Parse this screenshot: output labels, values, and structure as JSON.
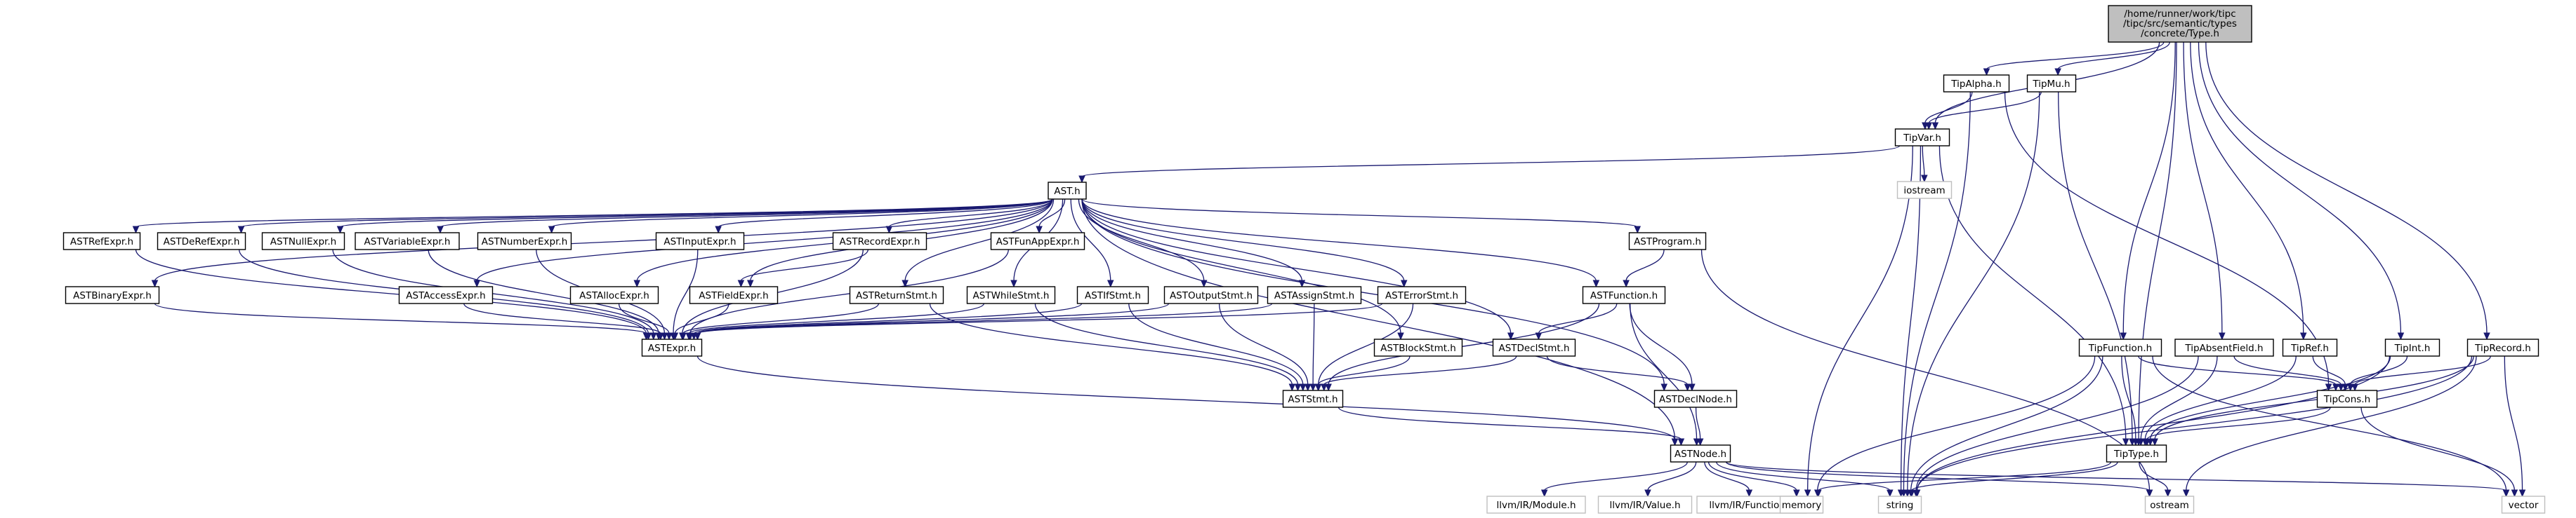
{
  "colors": {
    "edge": "#191970",
    "root_fill": "#bfbfbf",
    "node_fill": "#ffffff",
    "system_border": "#bfbfbf"
  },
  "root": {
    "lines": [
      "/home/runner/work/tipc",
      "/tipc/src/semantic/types",
      "/concrete/Type.h"
    ]
  },
  "nodes": [
    {
      "id": "tipalpha",
      "label": "TipAlpha.h"
    },
    {
      "id": "tipmu",
      "label": "TipMu.h"
    },
    {
      "id": "tipvar",
      "label": "TipVar.h"
    },
    {
      "id": "iostream",
      "label": "iostream",
      "system": true
    },
    {
      "id": "ast",
      "label": "AST.h"
    },
    {
      "id": "astrefexpr",
      "label": "ASTRefExpr.h"
    },
    {
      "id": "astderefexpr",
      "label": "ASTDeRefExpr.h"
    },
    {
      "id": "astnullexpr",
      "label": "ASTNullExpr.h"
    },
    {
      "id": "astvariableexpr",
      "label": "ASTVariableExpr.h"
    },
    {
      "id": "astnumberexpr",
      "label": "ASTNumberExpr.h"
    },
    {
      "id": "astinputexpr",
      "label": "ASTInputExpr.h"
    },
    {
      "id": "astrecordexpr",
      "label": "ASTRecordExpr.h"
    },
    {
      "id": "astfunappexpr",
      "label": "ASTFunAppExpr.h"
    },
    {
      "id": "astprogram",
      "label": "ASTProgram.h"
    },
    {
      "id": "astbinaryexpr",
      "label": "ASTBinaryExpr.h"
    },
    {
      "id": "astaccessexpr",
      "label": "ASTAccessExpr.h"
    },
    {
      "id": "astallocexpr",
      "label": "ASTAllocExpr.h"
    },
    {
      "id": "astfieldexpr",
      "label": "ASTFieldExpr.h"
    },
    {
      "id": "astreturnstmt",
      "label": "ASTReturnStmt.h"
    },
    {
      "id": "astwhilestmt",
      "label": "ASTWhileStmt.h"
    },
    {
      "id": "astifstmt",
      "label": "ASTIfStmt.h"
    },
    {
      "id": "astoutputstmt",
      "label": "ASTOutputStmt.h"
    },
    {
      "id": "astassignstmt",
      "label": "ASTAssignStmt.h"
    },
    {
      "id": "asterrorstmt",
      "label": "ASTErrorStmt.h"
    },
    {
      "id": "astfunction",
      "label": "ASTFunction.h"
    },
    {
      "id": "astexpr",
      "label": "ASTExpr.h"
    },
    {
      "id": "astblockstmt",
      "label": "ASTBlockStmt.h"
    },
    {
      "id": "astdeclstmt",
      "label": "ASTDeclStmt.h"
    },
    {
      "id": "astdeclnode",
      "label": "ASTDeclNode.h"
    },
    {
      "id": "aststmt",
      "label": "ASTStmt.h"
    },
    {
      "id": "astnode",
      "label": "ASTNode.h"
    },
    {
      "id": "llvmmodule",
      "label": "llvm/IR/Module.h",
      "system": true
    },
    {
      "id": "llvmvalue",
      "label": "llvm/IR/Value.h",
      "system": true
    },
    {
      "id": "llvmfunction",
      "label": "llvm/IR/Function.h",
      "system": true
    },
    {
      "id": "memory",
      "label": "memory",
      "system": true
    },
    {
      "id": "string",
      "label": "string",
      "system": true
    },
    {
      "id": "ostream",
      "label": "ostream",
      "system": true
    },
    {
      "id": "vector",
      "label": "vector",
      "system": true
    },
    {
      "id": "tipfunction",
      "label": "TipFunction.h"
    },
    {
      "id": "tipabsentfield",
      "label": "TipAbsentField.h"
    },
    {
      "id": "tipref",
      "label": "TipRef.h"
    },
    {
      "id": "tipint",
      "label": "TipInt.h"
    },
    {
      "id": "tiprecord",
      "label": "TipRecord.h"
    },
    {
      "id": "tipcons",
      "label": "TipCons.h"
    },
    {
      "id": "tiptype",
      "label": "TipType.h"
    }
  ],
  "edges": [
    [
      "root",
      "tipalpha"
    ],
    [
      "root",
      "tipmu"
    ],
    [
      "root",
      "tipvar"
    ],
    [
      "root",
      "tiptype"
    ],
    [
      "root",
      "tipfunction"
    ],
    [
      "root",
      "tipabsentfield"
    ],
    [
      "root",
      "tipref"
    ],
    [
      "root",
      "tipint"
    ],
    [
      "root",
      "tiprecord"
    ],
    [
      "tipalpha",
      "tipvar"
    ],
    [
      "tipalpha",
      "string"
    ],
    [
      "tipalpha",
      "tipcons"
    ],
    [
      "tipmu",
      "tipvar"
    ],
    [
      "tipmu",
      "tiptype"
    ],
    [
      "tipmu",
      "string"
    ],
    [
      "tipvar",
      "ast"
    ],
    [
      "tipvar",
      "iostream"
    ],
    [
      "tipvar",
      "string"
    ],
    [
      "tipvar",
      "tiptype"
    ],
    [
      "tipvar",
      "memory"
    ],
    [
      "ast",
      "astrefexpr"
    ],
    [
      "ast",
      "astderefexpr"
    ],
    [
      "ast",
      "astnullexpr"
    ],
    [
      "ast",
      "astvariableexpr"
    ],
    [
      "ast",
      "astnumberexpr"
    ],
    [
      "ast",
      "astinputexpr"
    ],
    [
      "ast",
      "astrecordexpr"
    ],
    [
      "ast",
      "astfunappexpr"
    ],
    [
      "ast",
      "astprogram"
    ],
    [
      "ast",
      "astbinaryexpr"
    ],
    [
      "ast",
      "astaccessexpr"
    ],
    [
      "ast",
      "astallocexpr"
    ],
    [
      "ast",
      "astfieldexpr"
    ],
    [
      "ast",
      "astreturnstmt"
    ],
    [
      "ast",
      "astwhilestmt"
    ],
    [
      "ast",
      "astifstmt"
    ],
    [
      "ast",
      "astoutputstmt"
    ],
    [
      "ast",
      "astassignstmt"
    ],
    [
      "ast",
      "asterrorstmt"
    ],
    [
      "ast",
      "astfunction"
    ],
    [
      "ast",
      "astblockstmt"
    ],
    [
      "ast",
      "astdeclstmt"
    ],
    [
      "ast",
      "astdeclnode"
    ],
    [
      "ast",
      "astnode"
    ],
    [
      "astrefexpr",
      "astexpr"
    ],
    [
      "astderefexpr",
      "astexpr"
    ],
    [
      "astnullexpr",
      "astexpr"
    ],
    [
      "astvariableexpr",
      "astexpr"
    ],
    [
      "astnumberexpr",
      "astexpr"
    ],
    [
      "astinputexpr",
      "astexpr"
    ],
    [
      "astrecordexpr",
      "astexpr"
    ],
    [
      "astrecordexpr",
      "astfieldexpr"
    ],
    [
      "astfunappexpr",
      "astexpr"
    ],
    [
      "astbinaryexpr",
      "astexpr"
    ],
    [
      "astaccessexpr",
      "astexpr"
    ],
    [
      "astallocexpr",
      "astexpr"
    ],
    [
      "astfieldexpr",
      "astexpr"
    ],
    [
      "astreturnstmt",
      "astexpr"
    ],
    [
      "astreturnstmt",
      "aststmt"
    ],
    [
      "astwhilestmt",
      "astexpr"
    ],
    [
      "astwhilestmt",
      "aststmt"
    ],
    [
      "astifstmt",
      "astexpr"
    ],
    [
      "astifstmt",
      "aststmt"
    ],
    [
      "astoutputstmt",
      "astexpr"
    ],
    [
      "astoutputstmt",
      "aststmt"
    ],
    [
      "astassignstmt",
      "astexpr"
    ],
    [
      "astassignstmt",
      "aststmt"
    ],
    [
      "asterrorstmt",
      "astexpr"
    ],
    [
      "asterrorstmt",
      "aststmt"
    ],
    [
      "astprogram",
      "astfunction"
    ],
    [
      "astprogram",
      "ostream"
    ],
    [
      "astfunction",
      "astdeclstmt"
    ],
    [
      "astfunction",
      "astdeclnode"
    ],
    [
      "astfunction",
      "aststmt"
    ],
    [
      "astfunction",
      "astnode"
    ],
    [
      "astblockstmt",
      "aststmt"
    ],
    [
      "astdeclstmt",
      "aststmt"
    ],
    [
      "astdeclstmt",
      "astdeclnode"
    ],
    [
      "astexpr",
      "astnode"
    ],
    [
      "aststmt",
      "astnode"
    ],
    [
      "astdeclnode",
      "astnode"
    ],
    [
      "astnode",
      "llvmmodule"
    ],
    [
      "astnode",
      "llvmvalue"
    ],
    [
      "astnode",
      "llvmfunction"
    ],
    [
      "astnode",
      "memory"
    ],
    [
      "astnode",
      "string"
    ],
    [
      "astnode",
      "ostream"
    ],
    [
      "astnode",
      "vector"
    ],
    [
      "tipfunction",
      "tipcons"
    ],
    [
      "tipfunction",
      "tiptype"
    ],
    [
      "tipfunction",
      "vector"
    ],
    [
      "tipfunction",
      "string"
    ],
    [
      "tipfunction",
      "memory"
    ],
    [
      "tipabsentfield",
      "tipcons"
    ],
    [
      "tipabsentfield",
      "tiptype"
    ],
    [
      "tipabsentfield",
      "string"
    ],
    [
      "tipref",
      "tipcons"
    ],
    [
      "tipref",
      "tiptype"
    ],
    [
      "tipint",
      "tipcons"
    ],
    [
      "tipint",
      "tiptype"
    ],
    [
      "tipint",
      "string"
    ],
    [
      "tiprecord",
      "tipcons"
    ],
    [
      "tiprecord",
      "tiptype"
    ],
    [
      "tiprecord",
      "vector"
    ],
    [
      "tiprecord",
      "string"
    ],
    [
      "tiprecord",
      "ostream"
    ],
    [
      "tipcons",
      "tiptype"
    ],
    [
      "tipcons",
      "vector"
    ],
    [
      "tiptype",
      "memory"
    ],
    [
      "tiptype",
      "string"
    ],
    [
      "tiptype",
      "ostream"
    ]
  ]
}
